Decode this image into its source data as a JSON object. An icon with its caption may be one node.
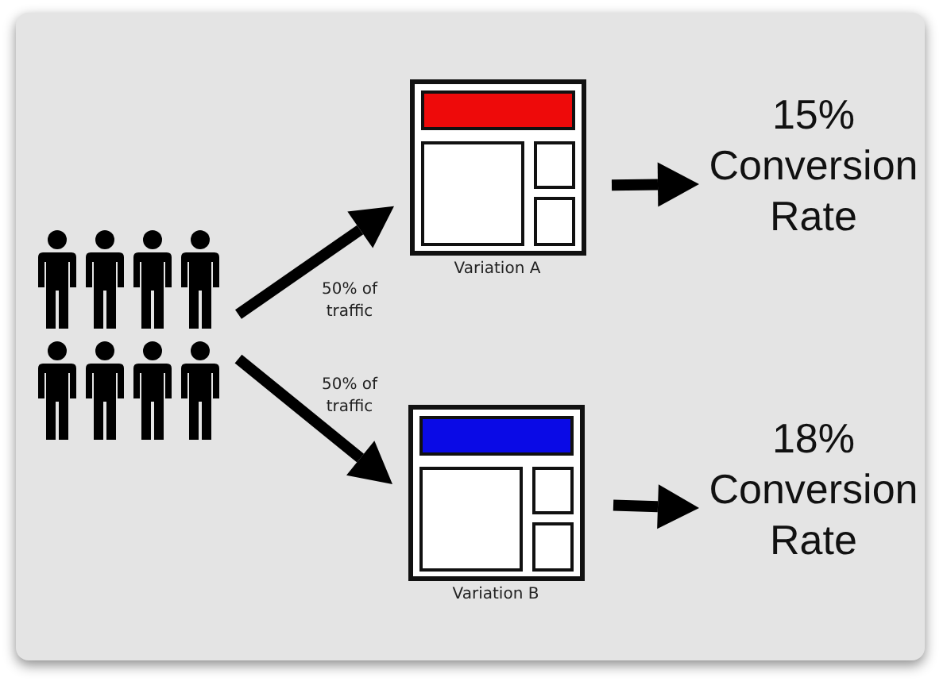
{
  "diagram": {
    "nodes": [
      {
        "text": [],
        "shape": "person"
      },
      {
        "text": [],
        "shape": "box",
        "beside": [
          "Variation A"
        ]
      },
      {
        "text": [
          "15% Conversion Rate"
        ]
      },
      {
        "text": [],
        "shape": "box",
        "beside": [
          "Variation B"
        ]
      },
      {
        "text": [
          "18% Conversion Rate"
        ]
      }
    ],
    "edges": [
      {
        "from": 0,
        "to": 1,
        "arrow": "to",
        "label": "50% of traffic"
      },
      {
        "from": 0,
        "to": 3,
        "arrow": "to",
        "label": "50% of traffic"
      },
      {
        "from": 1,
        "to": 2,
        "arrow": "to"
      },
      {
        "from": 3,
        "to": 4,
        "arrow": "to"
      }
    ]
  }
}
